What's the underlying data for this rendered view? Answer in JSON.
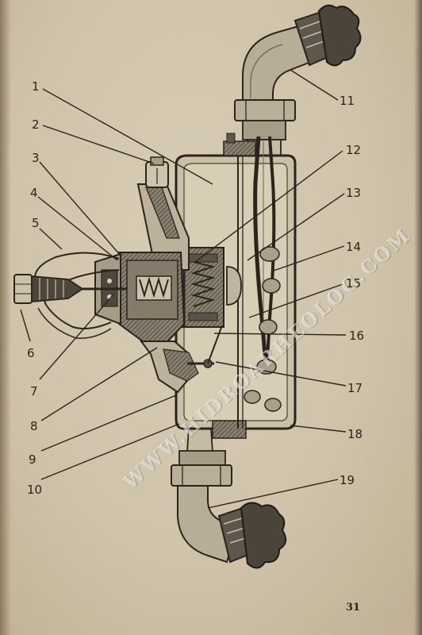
{
  "diagram": {
    "labels": [
      "1",
      "2",
      "3",
      "4",
      "5",
      "6",
      "7",
      "8",
      "9",
      "10",
      "11",
      "12",
      "13",
      "14",
      "15",
      "16",
      "17",
      "18",
      "19"
    ]
  },
  "page_number": "31",
  "watermark": "WWW.HIDROARHEOLOG.COM",
  "colors": {
    "paper": "#d4c9b1",
    "ink": "#2a241c",
    "section_fill": "#6f675a",
    "dark_hatch": "#2f2a22"
  }
}
